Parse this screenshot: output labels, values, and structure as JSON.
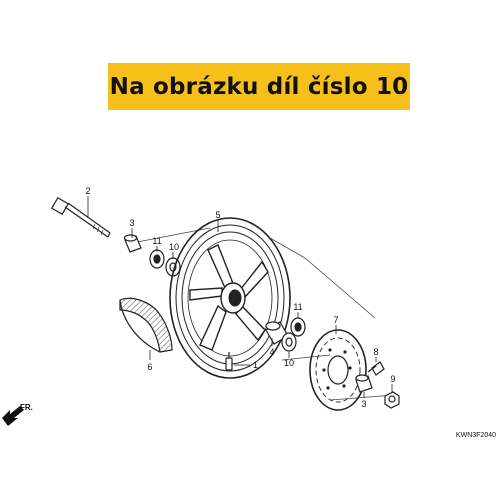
{
  "banner": {
    "text": "Na obrázku díl číslo 10",
    "background": "#f6bf19"
  },
  "diagram_code": "KWN3F2040",
  "direction_label": "FR.",
  "callouts": [
    "1",
    "2",
    "3",
    "3",
    "4",
    "5",
    "6",
    "7",
    "8",
    "9",
    "10",
    "10",
    "11",
    "11"
  ],
  "colors": {
    "line": "#222222",
    "hatch": "#555555"
  }
}
